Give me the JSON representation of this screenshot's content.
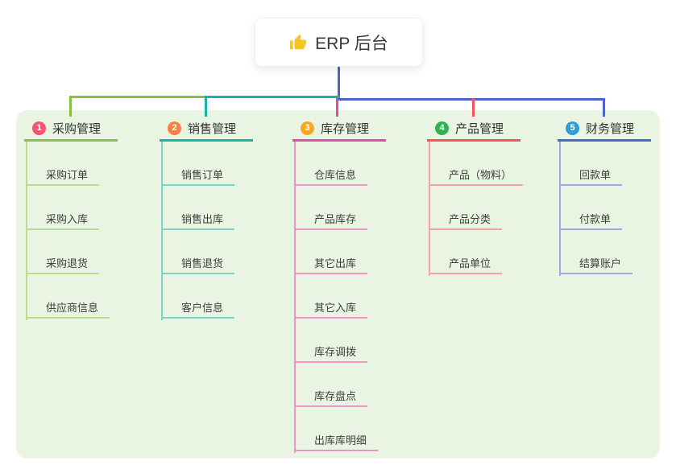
{
  "root": {
    "icon_name": "thumbs-up-icon",
    "icon_color": "#f5c427",
    "label": "ERP 后台",
    "line_color": "#4b64c9"
  },
  "colors": {
    "panel_bg": "#e9f5e2",
    "page_bg": "#ffffff",
    "node_text": "#333333"
  },
  "branches": [
    {
      "badge": "1",
      "label": "采购管理",
      "badge_color": "#f1566c",
      "line_color": "#8abf47",
      "child_line_color": "#b9dc93",
      "children": [
        "采购订单",
        "采购入库",
        "采购退货",
        "供应商信息"
      ]
    },
    {
      "badge": "2",
      "label": "销售管理",
      "badge_color": "#f58345",
      "line_color": "#17b3a4",
      "child_line_color": "#7ed2c8",
      "children": [
        "销售订单",
        "销售出库",
        "销售退货",
        "客户信息"
      ]
    },
    {
      "badge": "3",
      "label": "库存管理",
      "badge_color": "#f7a823",
      "line_color": "#da4f9f",
      "child_line_color": "#f094c5",
      "children": [
        "仓库信息",
        "产品库存",
        "其它出库",
        "其它入库",
        "库存调拨",
        "库存盘点",
        "出库库明细"
      ]
    },
    {
      "badge": "4",
      "label": "产品管理",
      "badge_color": "#2eb350",
      "line_color": "#f4555c",
      "child_line_color": "#f9a2a5",
      "children": [
        "产品（物料）",
        "产品分类",
        "产品单位"
      ]
    },
    {
      "badge": "5",
      "label": "财务管理",
      "badge_color": "#2b9fd9",
      "line_color": "#4b64c9",
      "child_line_color": "#9dacdf",
      "children": [
        "回款单",
        "付款单",
        "结算账户"
      ]
    }
  ]
}
